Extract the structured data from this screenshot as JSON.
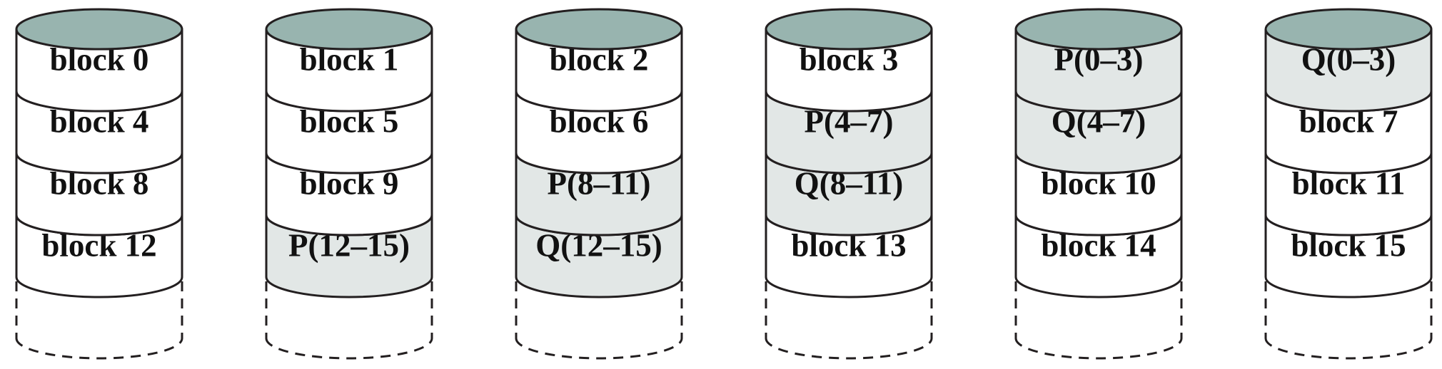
{
  "colors": {
    "top_cap": "#98b4af",
    "parity_fill": "#e2e7e6",
    "data_fill": "#ffffff",
    "stroke": "#231f20"
  },
  "disks": [
    {
      "cells": [
        {
          "label": "block 0",
          "kind": "data"
        },
        {
          "label": "block 4",
          "kind": "data"
        },
        {
          "label": "block 8",
          "kind": "data"
        },
        {
          "label": "block 12",
          "kind": "data"
        }
      ]
    },
    {
      "cells": [
        {
          "label": "block 1",
          "kind": "data"
        },
        {
          "label": "block 5",
          "kind": "data"
        },
        {
          "label": "block 9",
          "kind": "data"
        },
        {
          "label": "P(12–15)",
          "kind": "parity"
        }
      ]
    },
    {
      "cells": [
        {
          "label": "block 2",
          "kind": "data"
        },
        {
          "label": "block 6",
          "kind": "data"
        },
        {
          "label": "P(8–11)",
          "kind": "parity"
        },
        {
          "label": "Q(12–15)",
          "kind": "parity"
        }
      ]
    },
    {
      "cells": [
        {
          "label": "block 3",
          "kind": "data"
        },
        {
          "label": "P(4–7)",
          "kind": "parity"
        },
        {
          "label": "Q(8–11)",
          "kind": "parity"
        },
        {
          "label": "block 13",
          "kind": "data"
        }
      ]
    },
    {
      "cells": [
        {
          "label": "P(0–3)",
          "kind": "parity"
        },
        {
          "label": "Q(4–7)",
          "kind": "parity"
        },
        {
          "label": "block 10",
          "kind": "data"
        },
        {
          "label": "block 14",
          "kind": "data"
        }
      ]
    },
    {
      "cells": [
        {
          "label": "Q(0–3)",
          "kind": "parity"
        },
        {
          "label": "block 7",
          "kind": "data"
        },
        {
          "label": "block 11",
          "kind": "data"
        },
        {
          "label": "block 15",
          "kind": "data"
        }
      ]
    }
  ]
}
